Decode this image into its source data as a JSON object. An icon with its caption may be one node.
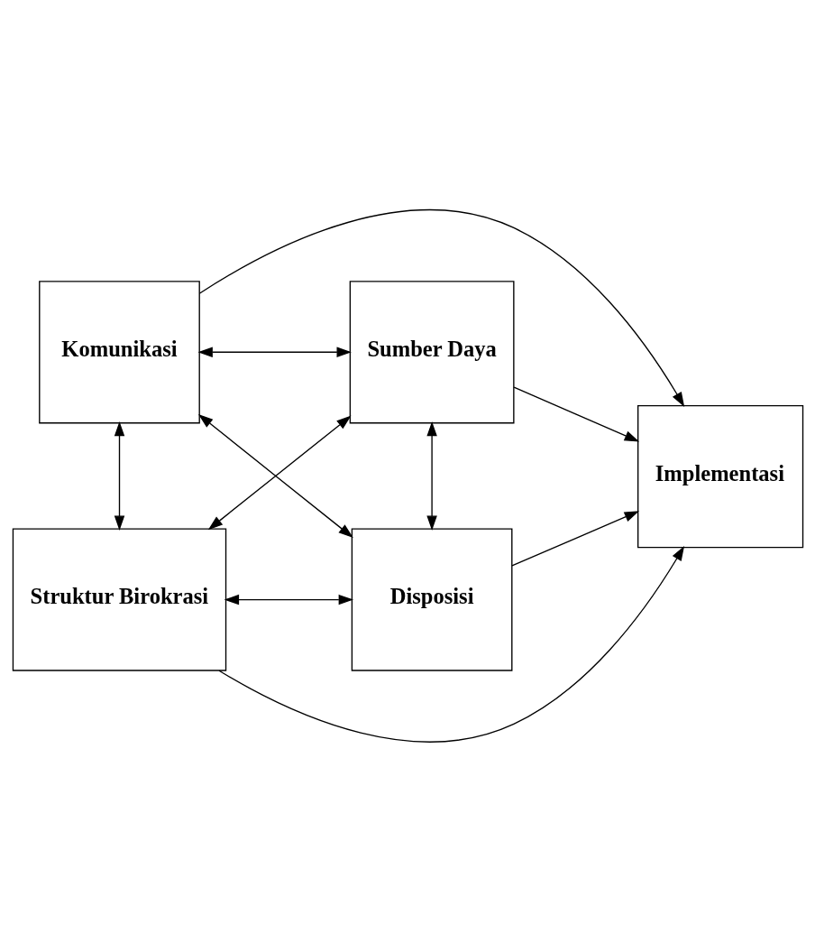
{
  "diagram": {
    "nodes": [
      {
        "text": [
          "Komunikasi"
        ]
      },
      {
        "text": [
          "Sumber Daya"
        ]
      },
      {
        "text": [
          "Disposisi"
        ]
      },
      {
        "text": [
          "Implementasi"
        ]
      },
      {
        "text": [
          "Struktur Birokrasi"
        ]
      }
    ],
    "edges": [
      {
        "from": 0,
        "to": 3,
        "arrow": "to"
      },
      {
        "from": 0,
        "to": 1,
        "arrow": "both"
      },
      {
        "from": 0,
        "to": 2,
        "arrow": "both"
      },
      {
        "from": 0,
        "to": 4,
        "arrow": "both"
      },
      {
        "from": 4,
        "to": 1,
        "arrow": "both"
      },
      {
        "from": 4,
        "to": 2,
        "arrow": "both"
      },
      {
        "from": 1,
        "to": 2,
        "arrow": "both"
      },
      {
        "from": 1,
        "to": 3,
        "arrow": "to"
      },
      {
        "from": 2,
        "to": 3,
        "arrow": "to"
      },
      {
        "from": 4,
        "to": 3,
        "arrow": "to"
      }
    ]
  }
}
